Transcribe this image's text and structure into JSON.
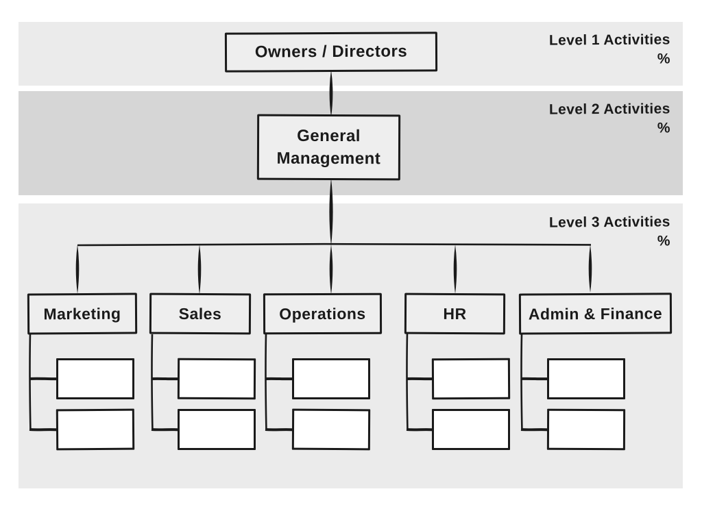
{
  "diagram": {
    "title_node": {
      "label": "Owners / Directors"
    },
    "manager_node": {
      "label": "General Management"
    },
    "levels": [
      {
        "label": "Level 1 Activities",
        "unit": "%"
      },
      {
        "label": "Level 2 Activities",
        "unit": "%"
      },
      {
        "label": "Level 3 Activities",
        "unit": "%"
      }
    ],
    "departments": [
      {
        "label": "Marketing"
      },
      {
        "label": "Sales"
      },
      {
        "label": "Operations"
      },
      {
        "label": "HR"
      },
      {
        "label": "Admin & Finance"
      }
    ],
    "colors": {
      "background": "#ffffff",
      "band_light": "#ebebeb",
      "band_dark": "#d6d6d6",
      "box_fill": "#eeeeee",
      "subbox_fill": "#ffffff",
      "ink": "#1a1a1a"
    }
  }
}
